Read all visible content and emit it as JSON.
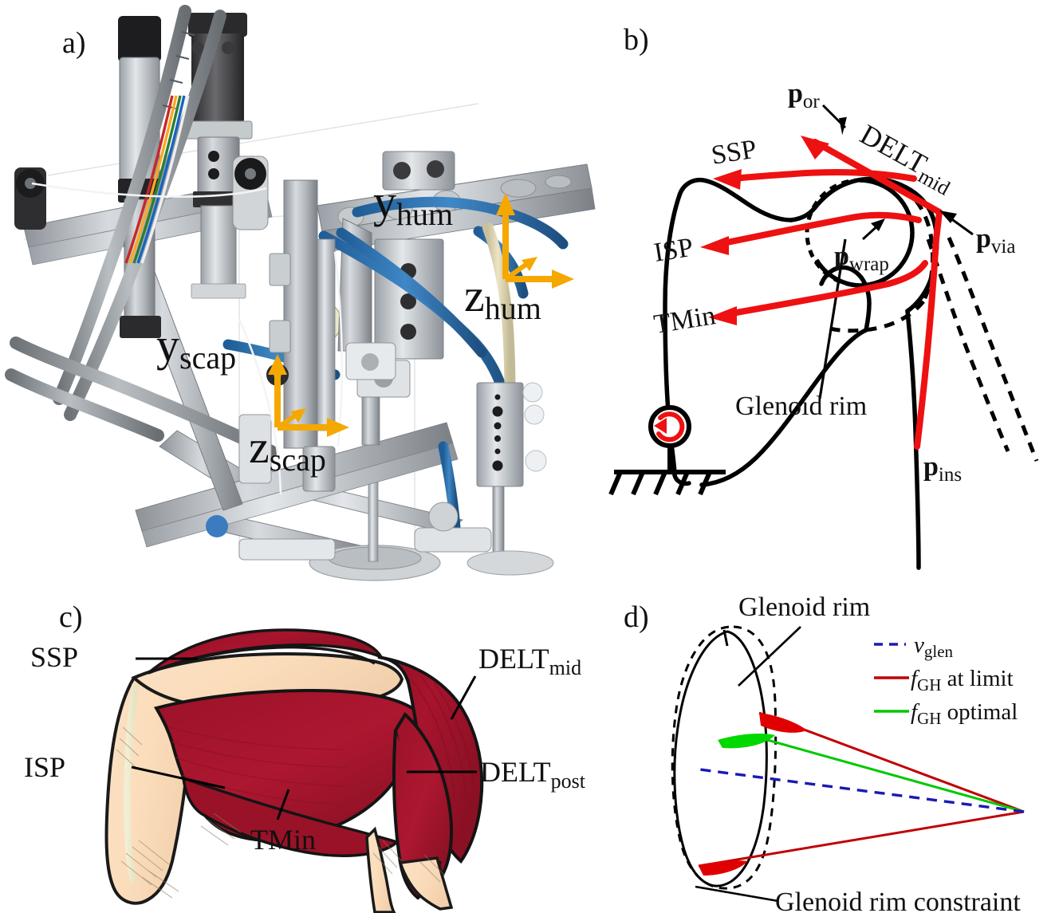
{
  "figure": {
    "panels": [
      {
        "id": "a",
        "label": "a)",
        "caption": "Robotic shoulder test bench photograph with scapula and humerus coordinate frames"
      },
      {
        "id": "b",
        "label": "b)",
        "caption": "Schematic of scapula and humerus with muscle lines of action"
      },
      {
        "id": "c",
        "label": "c)",
        "caption": "Posterior anatomical view of shoulder musculature"
      },
      {
        "id": "d",
        "label": "d)",
        "caption": "Glenoid rim constraint and glenohumeral joint force vectors"
      }
    ]
  },
  "panel_a": {
    "label": "a)",
    "frames": [
      {
        "name": "humerus",
        "y_label": "y",
        "y_sub": "hum",
        "z_label": "z",
        "z_sub": "hum"
      },
      {
        "name": "scapula",
        "y_label": "y",
        "y_sub": "scap",
        "z_label": "z",
        "z_sub": "scap"
      }
    ],
    "annotation_color": "#f5a800"
  },
  "panel_b": {
    "label": "b)",
    "muscle_labels": [
      "SSP",
      "ISP",
      "TMin"
    ],
    "delt_label": "DELT",
    "delt_sub": "mid",
    "points": [
      {
        "symbol": "p",
        "sub": "or"
      },
      {
        "symbol": "p",
        "sub": "via"
      },
      {
        "symbol": "p",
        "sub": "wrap"
      },
      {
        "symbol": "p",
        "sub": "ins"
      }
    ],
    "glenoid_label": "Glenoid rim",
    "muscle_color": "#ee1111",
    "bone_color": "#000000"
  },
  "panel_c": {
    "label": "c)",
    "labels": [
      {
        "text": "SSP",
        "sub": ""
      },
      {
        "text": "ISP",
        "sub": ""
      },
      {
        "text": "TMin",
        "sub": ""
      },
      {
        "text": "DELT",
        "sub": "mid"
      },
      {
        "text": "DELT",
        "sub": "post"
      }
    ],
    "muscle_color": "#9e1229",
    "bone_color": "#fbdcbe"
  },
  "panel_d": {
    "label": "d)",
    "glenoid_rim_label": "Glenoid rim",
    "constraint_label": "Glenoid rim constraint",
    "legend": [
      {
        "symbol": "v",
        "sub": "glen",
        "text": "",
        "style": "dashed",
        "color": "#1a1ab4"
      },
      {
        "symbol": "f",
        "sub": "GH",
        "text": " at limit",
        "style": "solid",
        "color": "#c00000"
      },
      {
        "symbol": "f",
        "sub": "GH",
        "text": " optimal",
        "style": "solid",
        "color": "#00c800"
      }
    ],
    "colors": {
      "vglen": "#1a1ab4",
      "limit": "#c00000",
      "optimal": "#00c800",
      "arrow_fill": "#e00000"
    }
  }
}
